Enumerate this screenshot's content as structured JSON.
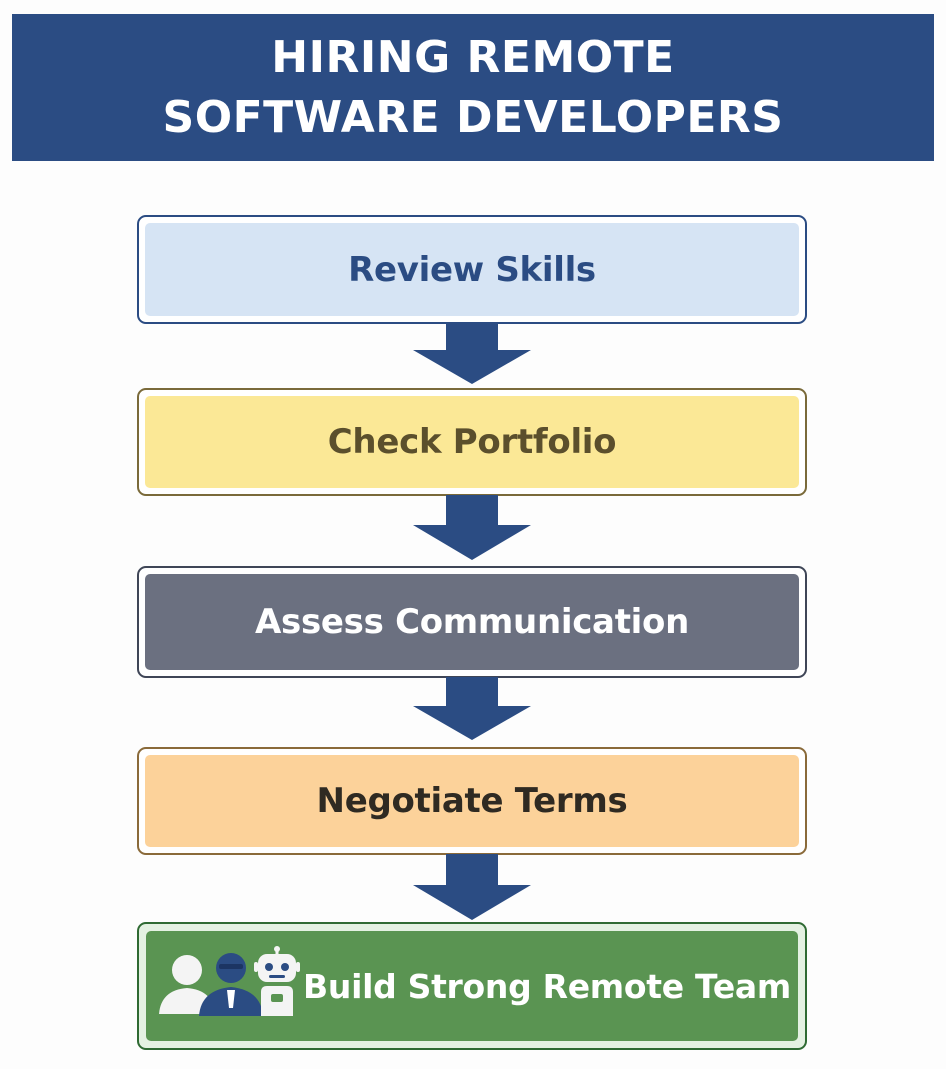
{
  "title": "HIRING REMOTE SOFTWARE DEVELOPERS",
  "steps": [
    {
      "label": "Review Skills"
    },
    {
      "label": "Check Portfolio"
    },
    {
      "label": "Assess Communication"
    },
    {
      "label": "Negotiate Terms"
    },
    {
      "label": "Build Strong Remote Team"
    }
  ],
  "icons": [
    "person-icon",
    "developer-icon",
    "robot-icon"
  ],
  "colors": {
    "title_bg": "#2b4c83",
    "arrow": "#2b4c83",
    "step_review": "#d6e4f4",
    "step_portfolio": "#fbe896",
    "step_communication": "#6b7080",
    "step_negotiate": "#fcd29a",
    "step_team": "#5a9452"
  }
}
